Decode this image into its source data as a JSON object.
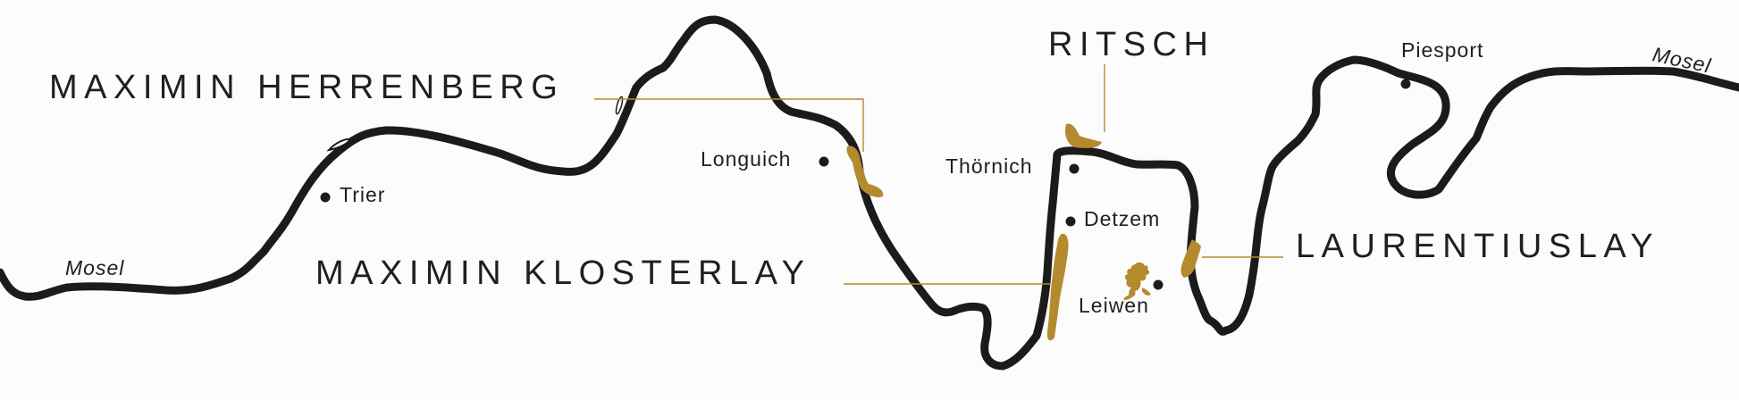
{
  "map": {
    "colors": {
      "river": "#1b1b1b",
      "vineyard": "#b58a2e",
      "leader": "#b58a2e",
      "text": "#1f1f1f",
      "background": "#fdfcfc"
    },
    "river_labels": {
      "west": "Mosel",
      "east": "Mosel"
    },
    "vineyards": {
      "herrenberg": "MAXIMIN HERRENBERG",
      "klosterlay": "MAXIMIN KLOSTERLAY",
      "ritsch": "RITSCH",
      "laurentiuslay": "LAURENTIUSLAY"
    },
    "towns": {
      "trier": "Trier",
      "longuich": "Longuich",
      "thoernich": "Thörnich",
      "detzem": "Detzem",
      "leiwen": "Leiwen",
      "piesport": "Piesport"
    },
    "icons": {
      "leiwen_crest": "heraldic-lion-icon"
    }
  }
}
